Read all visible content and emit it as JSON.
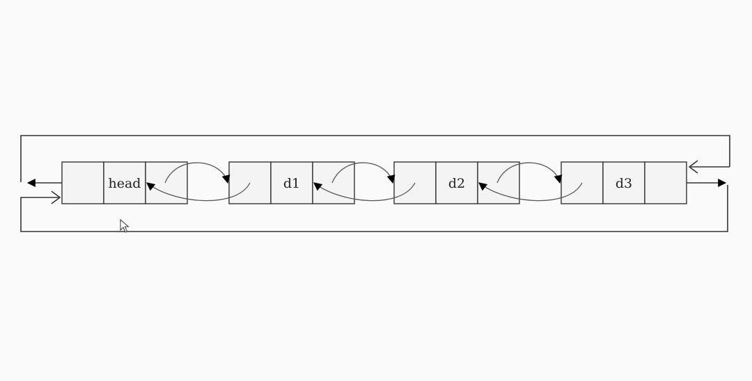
{
  "diagram": {
    "type": "circular-doubly-linked-list",
    "nodes": [
      {
        "label": "head"
      },
      {
        "label": "d1"
      },
      {
        "label": "d2"
      },
      {
        "label": "d3"
      }
    ]
  },
  "colors": {
    "background": "#fafafa",
    "stroke": "#333333",
    "cell_fill": "#f4f4f4",
    "arrow": "#000000"
  }
}
